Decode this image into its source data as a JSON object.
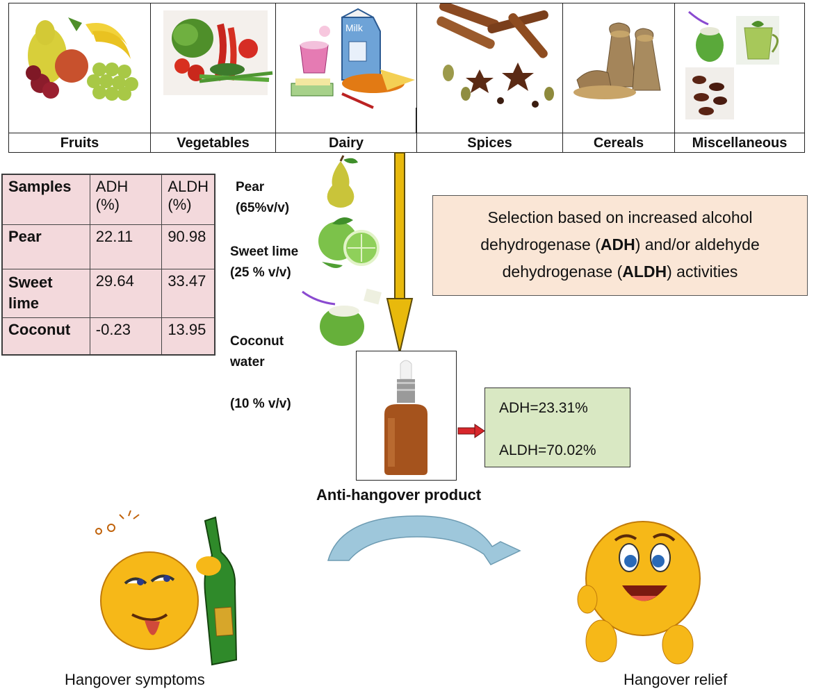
{
  "categories": [
    "Fruits",
    "Vegetables",
    "Dairy",
    "Spices",
    "Cereals",
    "Miscellaneous"
  ],
  "dairy_milk_text": "Milk",
  "table": {
    "headers": [
      "Samples",
      "ADH\n(%)",
      "ALDH\n(%)"
    ],
    "rows": [
      [
        "Pear",
        "22.11",
        "90.98"
      ],
      [
        "Sweet\nlime",
        "29.64",
        "33.47"
      ],
      [
        "Coconut",
        "-0.23",
        "13.95"
      ]
    ]
  },
  "ingredients": [
    {
      "name": "Pear",
      "amount": "(65%v/v)"
    },
    {
      "name": "Sweet lime",
      "amount": "(25 % v/v)"
    },
    {
      "name": "Coconut\nwater",
      "amount": "(10 % v/v)"
    }
  ],
  "selection": {
    "line1": "Selection based on increased alcohol",
    "line2_pre": "dehydrogenase (",
    "line2_bold": "ADH",
    "line2_post": ") and/or aldehyde",
    "line3_pre": "dehydrogenase (",
    "line3_bold": "ALDH",
    "line3_post": ") activities"
  },
  "product_label": "Anti-hangover product",
  "results": {
    "adh": "ADH=23.31%",
    "aldh": "ALDH=70.02%"
  },
  "hangover_symptoms": "Hangover symptoms",
  "hangover_relief": "Hangover relief",
  "colors": {
    "table_bg": "#f3d9dc",
    "selection_bg": "#fae6d6",
    "result_bg": "#d9e8c3",
    "arrow_gold": "#e8b90c",
    "arrow_red": "#d8262b",
    "arrow_blue": "#9ec7db",
    "emoji": "#f6b818"
  }
}
